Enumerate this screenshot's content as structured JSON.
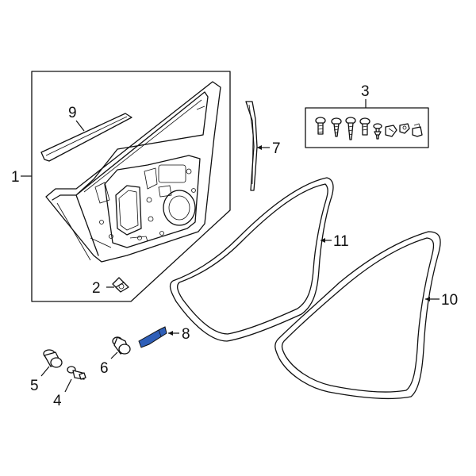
{
  "callouts": {
    "c1": "1",
    "c2": "2",
    "c3": "3",
    "c4": "4",
    "c5": "5",
    "c6": "6",
    "c7": "7",
    "c8": "8",
    "c9": "9",
    "c10": "10",
    "c11": "11"
  },
  "highlight_color": "#2f5fb8",
  "parts": [
    {
      "id": "door-shell",
      "icon": "door-shell"
    },
    {
      "id": "bolt",
      "icon": "bolt"
    },
    {
      "id": "clip-set",
      "icon": "clip-set"
    },
    {
      "id": "pin-clip",
      "icon": "pin-clip"
    },
    {
      "id": "grommet",
      "icon": "grommet"
    },
    {
      "id": "plug",
      "icon": "plug"
    },
    {
      "id": "channel-strip",
      "icon": "channel-strip"
    },
    {
      "id": "bracket-highlighted",
      "icon": "bracket"
    },
    {
      "id": "belt-molding",
      "icon": "belt-molding"
    },
    {
      "id": "body-weatherstrip",
      "icon": "weatherstrip"
    },
    {
      "id": "door-weatherstrip",
      "icon": "weatherstrip"
    }
  ]
}
